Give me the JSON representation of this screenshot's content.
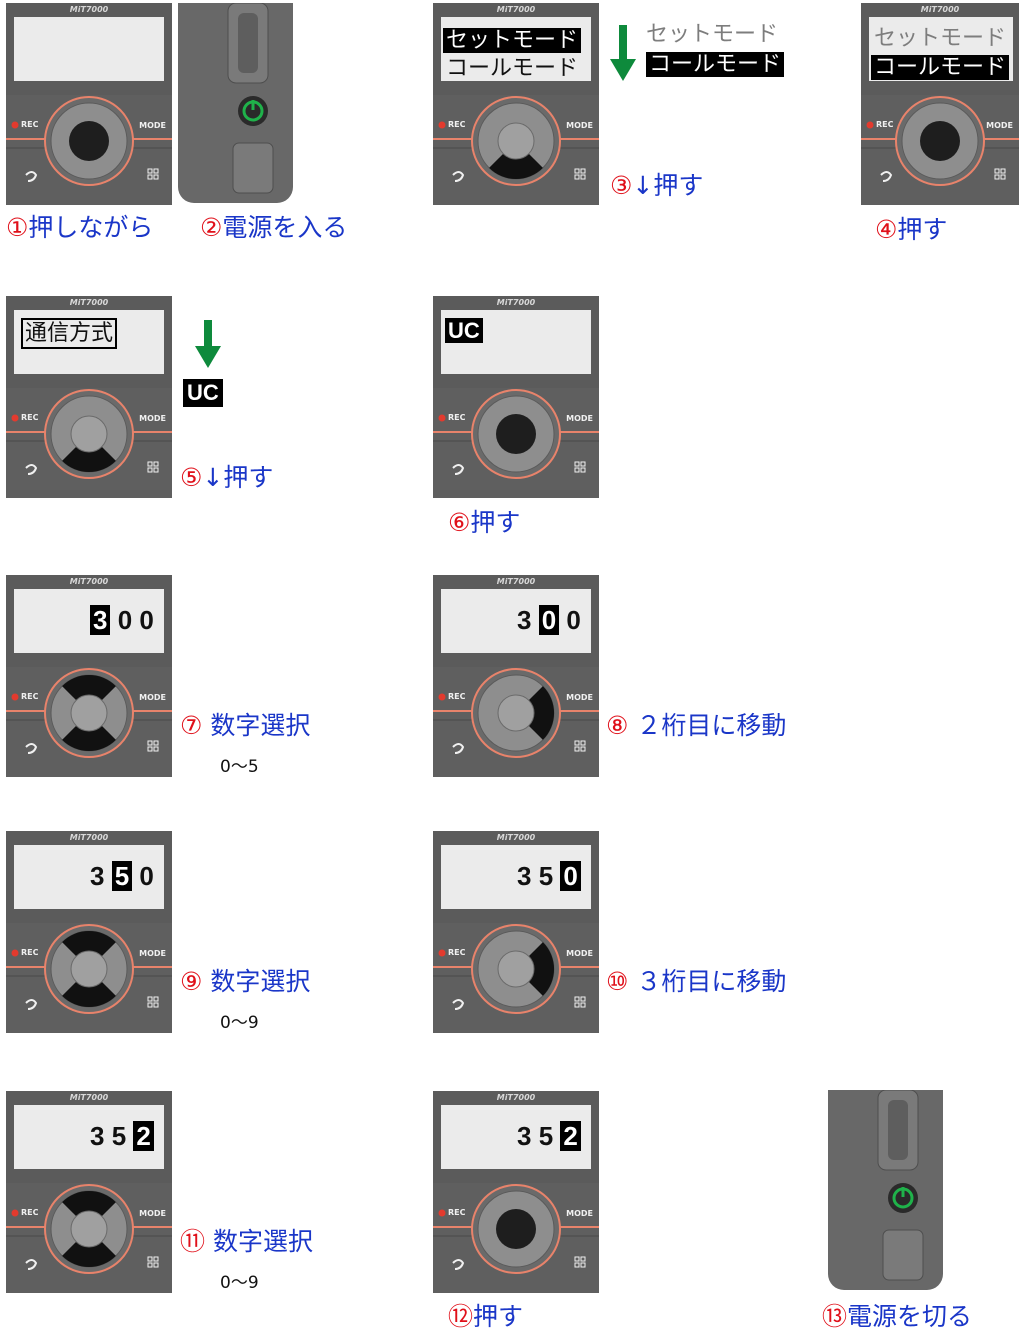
{
  "brand": "MiT7000",
  "buttons": {
    "rec": "REC",
    "mode": "MODE"
  },
  "menu": {
    "set": "セットモード",
    "call": "コールモード",
    "comm": "通信方式",
    "uc": "UC"
  },
  "steps": {
    "s1": {
      "num": "①",
      "label": "押しながら"
    },
    "s2": {
      "num": "②",
      "label": "電源を入る"
    },
    "s3": {
      "num": "③",
      "label": "↓押す"
    },
    "s4": {
      "num": "④",
      "label": "押す"
    },
    "s5": {
      "num": "⑤",
      "label": "↓押す"
    },
    "s6": {
      "num": "⑥",
      "label": "押す"
    },
    "s7": {
      "num": "⑦",
      "label": "数字選択",
      "range": "0〜5"
    },
    "s8": {
      "num": "⑧",
      "label": "２桁目に移動"
    },
    "s9": {
      "num": "⑨",
      "label": "数字選択",
      "range": "0〜9"
    },
    "s10": {
      "num": "⑩",
      "label": "３桁目に移動"
    },
    "s11": {
      "num": "⑪",
      "label": "数字選択",
      "range": "0〜9"
    },
    "s12": {
      "num": "⑫",
      "label": "押す"
    },
    "s13": {
      "num": "⑬",
      "label": "電源を切る"
    }
  },
  "digits": {
    "p7": [
      "3",
      "0",
      "0"
    ],
    "p8": [
      "3",
      "0",
      "0"
    ],
    "p9": [
      "3",
      "5",
      "0"
    ],
    "p10": [
      "3",
      "5",
      "0"
    ],
    "p11": [
      "3",
      "5",
      "2"
    ],
    "p12": [
      "3",
      "5",
      "2"
    ]
  },
  "colors": {
    "step_text": "#1a36c8",
    "step_number": "#e0101a",
    "arrow": "#0e8a3c",
    "power_led": "#1fb24a",
    "dial_ring": "#e8836b"
  }
}
